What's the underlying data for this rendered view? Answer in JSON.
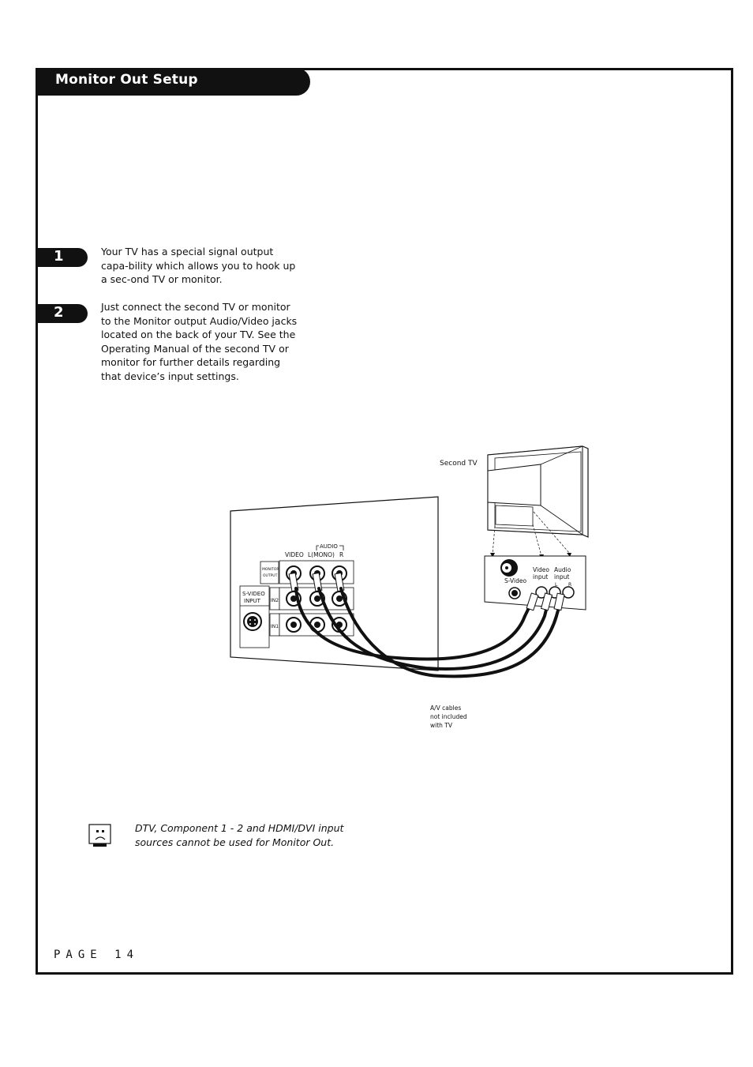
{
  "header": {
    "title": "Monitor Out Setup"
  },
  "steps": [
    {
      "number": "1",
      "text": "Your TV has a special signal output capa-bility which allows you to hook up a sec-ond TV or monitor."
    },
    {
      "number": "2",
      "text": "Just connect the second TV or monitor to the Monitor output Audio/Video jacks located on the back of your TV. See the Operating Manual of the second TV or monitor for further details regarding that device’s input settings."
    }
  ],
  "diagram": {
    "second_tv_label": "Second TV",
    "audio_label": "AUDIO",
    "video_label": "VIDEO",
    "l_mono_label": "L(MONO)",
    "r_label": "R",
    "monitor_output_label_1": "MONITOR",
    "monitor_output_label_2": "OUTPUT",
    "svideo_input_label_1": "S-VIDEO",
    "svideo_input_label_2": "INPUT",
    "in2_label": "IN2",
    "in1_label": "IN1",
    "svideo_label": "S-Video",
    "video_input_label_1": "Video",
    "video_input_label_2": "input",
    "audio_input_label_1": "Audio",
    "audio_input_label_2": "input",
    "l_label": "L",
    "r2_label": "R",
    "cables_note_1": "A/V cables",
    "cables_note_2": "not included",
    "cables_note_3": "with TV"
  },
  "note": {
    "icon": "note-face-icon",
    "text": "DTV, Component 1 - 2 and HDMI/DVI input sources cannot be used for Monitor Out."
  },
  "footer": {
    "page": "PAGE 14"
  }
}
